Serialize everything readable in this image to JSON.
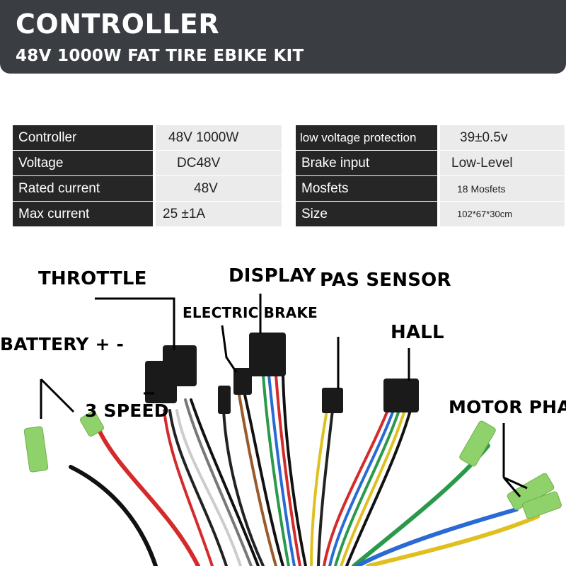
{
  "banner": {
    "title": "CONTROLLER",
    "subtitle": "48V 1000W FAT TIRE EBIKE KIT"
  },
  "specs_left": [
    {
      "key": "Controller",
      "value": "48V 1000W"
    },
    {
      "key": "Voltage",
      "value": "DC48V"
    },
    {
      "key": "Rated current",
      "value": "48V"
    },
    {
      "key": "Max current",
      "value": "25 ±1A"
    }
  ],
  "specs_right": [
    {
      "key": "low voltage protection",
      "value": "39±0.5v"
    },
    {
      "key": "Brake input",
      "value": "Low-Level"
    },
    {
      "key": "Mosfets",
      "value": "18 Mosfets"
    },
    {
      "key": "Size",
      "value": "102*67*30cm"
    }
  ],
  "labels": {
    "throttle": "THROTTLE",
    "display": "DISPLAY",
    "pas_sensor": "PAS SENSOR",
    "electric_brake": "ELECTRIC BRAKE",
    "hall": "HALL",
    "battery": "BATTERY + -",
    "three_speed": "3 SPEED",
    "motor_phase": "MOTOR PHAS"
  },
  "colors": {
    "banner": "#3a3d42",
    "key_cell": "#262626",
    "value_cell": "#ebebeb",
    "terminal": "#8fd16a"
  }
}
